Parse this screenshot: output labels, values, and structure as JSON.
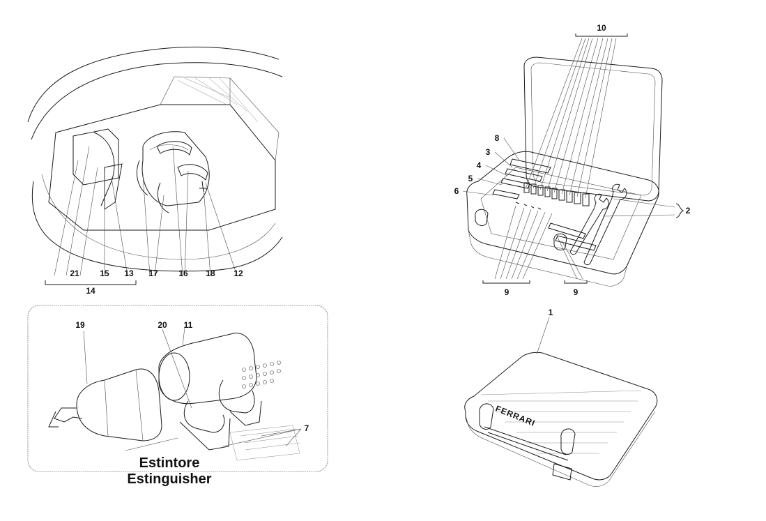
{
  "callouts": {
    "c1": "1",
    "c2": "2",
    "c3": "3",
    "c4": "4",
    "c5": "5",
    "c6": "6",
    "c7": "7",
    "c8": "8",
    "c9a": "9",
    "c9b": "9",
    "c10": "10",
    "c11": "11",
    "c12": "12",
    "c13": "13",
    "c14": "14",
    "c15": "15",
    "c16": "16",
    "c17": "17",
    "c18": "18",
    "c19": "19",
    "c20": "20",
    "c21": "21"
  },
  "caption": {
    "line1": "Estintore",
    "line2": "Estinguisher"
  },
  "case_logo": "FERRARI"
}
